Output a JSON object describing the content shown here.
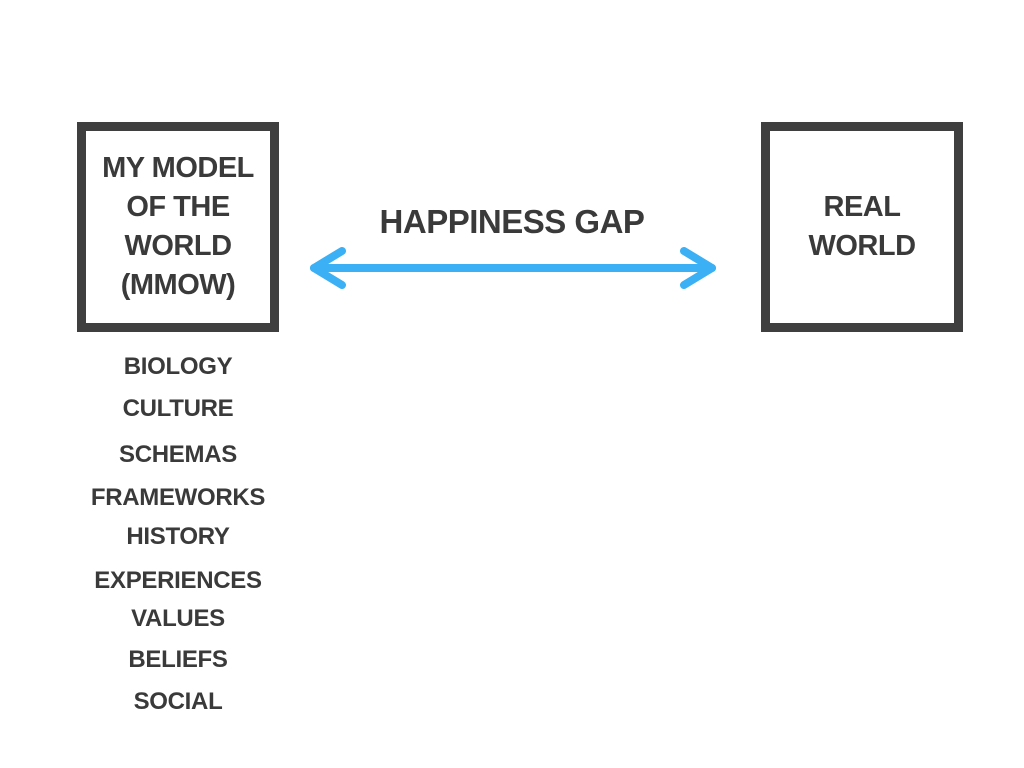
{
  "diagram": {
    "left_box": {
      "label": "MY MODEL\nOF THE\nWORLD\n(MMOW)"
    },
    "right_box": {
      "label": "REAL\nWORLD"
    },
    "connector": {
      "label": "HAPPINESS GAP",
      "color": "#3BB0F5",
      "direction": "bidirectional"
    },
    "factors": [
      "BIOLOGY",
      "CULTURE",
      "SCHEMAS",
      "FRAMEWORKS",
      "HISTORY",
      "EXPERIENCES",
      "VALUES",
      "BELIEFS",
      "SOCIAL"
    ]
  }
}
